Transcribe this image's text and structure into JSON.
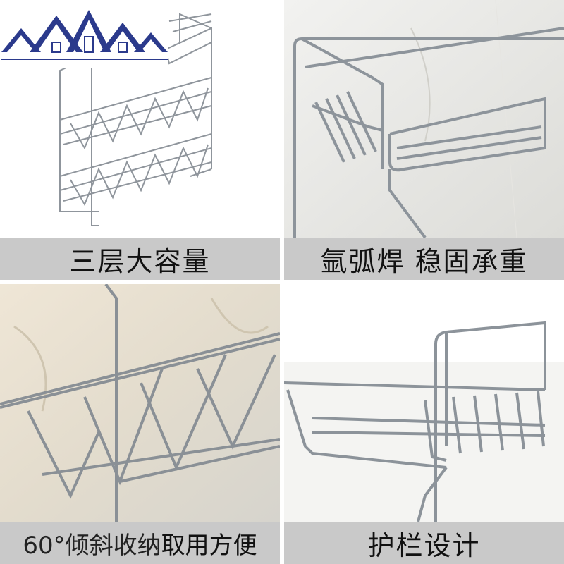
{
  "panels": [
    {
      "caption": "三层大容量"
    },
    {
      "caption": "氩弧焊 稳固承重"
    },
    {
      "caption_part1": "60°倾斜收纳",
      "caption_part2": "取用方便"
    },
    {
      "caption": "护栏设计"
    }
  ],
  "logo": {
    "icon": "house-roofs-logo"
  },
  "colors": {
    "caption_bg": "#c9c9c9",
    "logo_blue": "#2b3a8c",
    "chrome": "#9aa0a6"
  }
}
